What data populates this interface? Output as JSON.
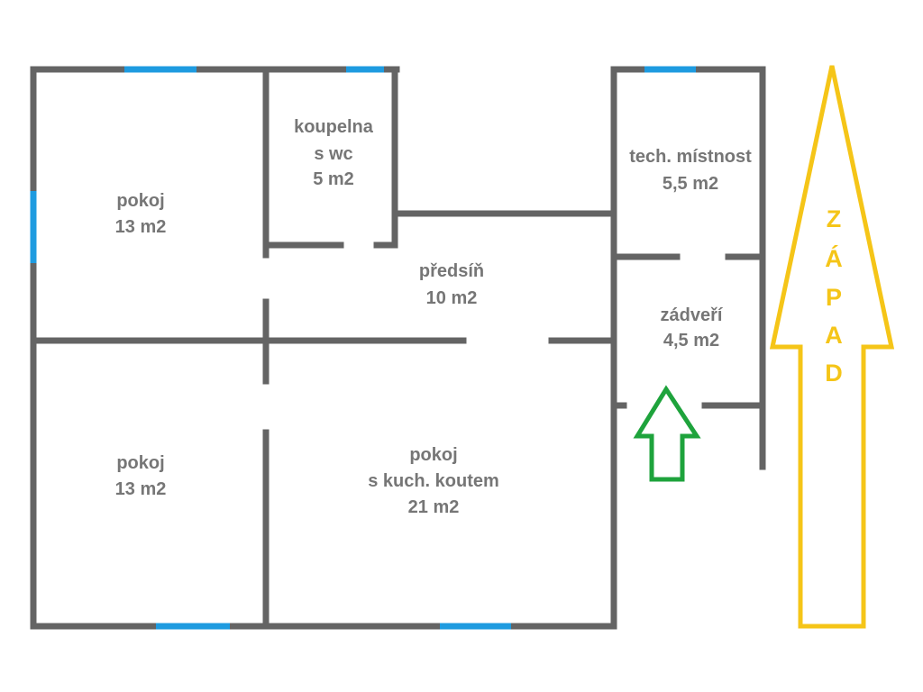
{
  "rooms": [
    {
      "id": "pokoj-top-left",
      "lines": [
        "pokoj",
        "13 m2"
      ]
    },
    {
      "id": "koupelna",
      "lines": [
        "koupelna",
        "s wc",
        "5 m2"
      ]
    },
    {
      "id": "tech-mistnost",
      "lines": [
        "tech. místnost",
        "5,5 m2"
      ]
    },
    {
      "id": "predsin",
      "lines": [
        "předsíň",
        "10 m2"
      ]
    },
    {
      "id": "zadveri",
      "lines": [
        "zádveří",
        "4,5 m2"
      ]
    },
    {
      "id": "pokoj-bottom-left",
      "lines": [
        "pokoj",
        "13 m2"
      ]
    },
    {
      "id": "pokoj-kuchyn",
      "lines": [
        "pokoj",
        "s kuch. koutem",
        "21 m2"
      ]
    }
  ],
  "compass": {
    "letters": [
      "Z",
      "Á",
      "P",
      "A",
      "D"
    ]
  },
  "entrance": {
    "icon": "entrance-arrow-icon"
  },
  "colors": {
    "wall": "#646464",
    "window": "#1e9be0",
    "label": "#767676",
    "compass": "#f5c518",
    "entrance": "#1ea33c"
  }
}
